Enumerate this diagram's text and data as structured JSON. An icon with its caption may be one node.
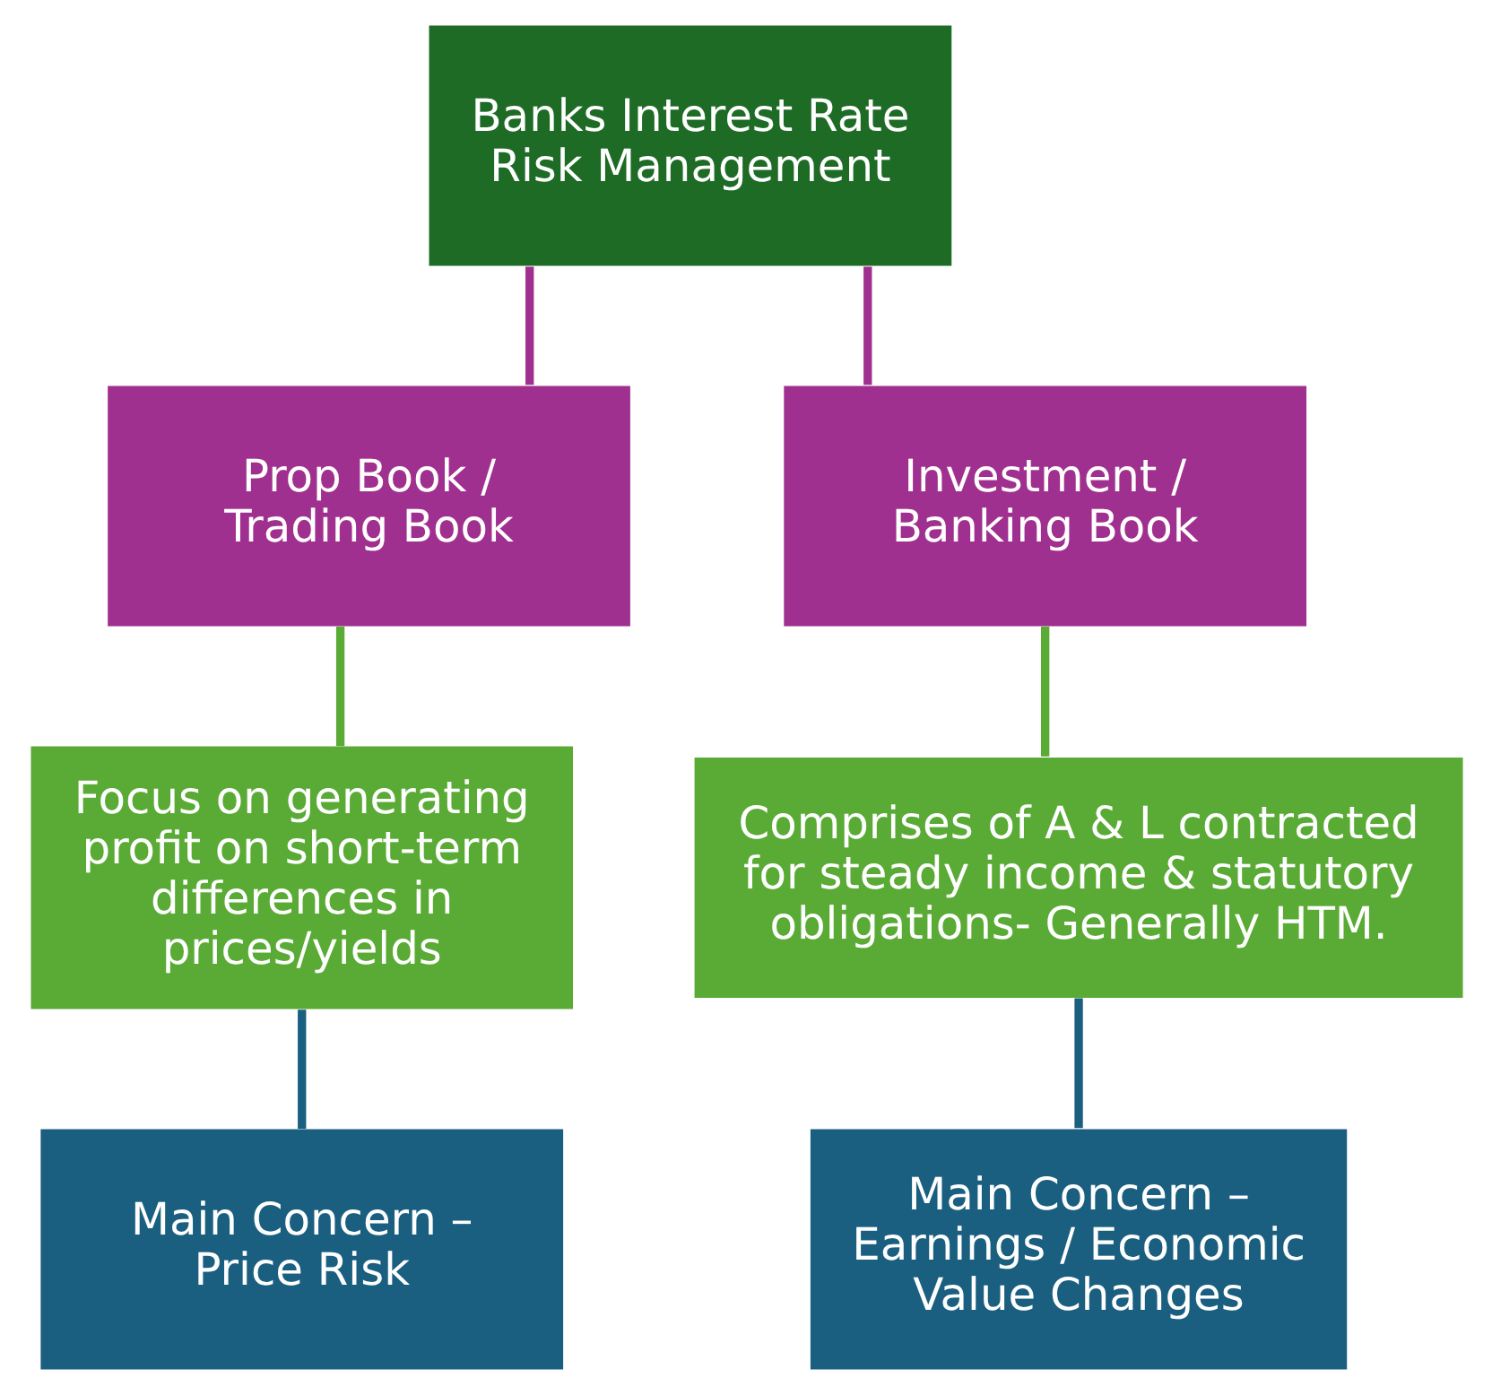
{
  "diagram": {
    "nodes": [
      {
        "text": [
          "Banks Interest Rate Risk Management"
        ]
      },
      {
        "text": [
          "Prop Book / Trading Book"
        ]
      },
      {
        "text": [
          "Investment / Banking Book"
        ]
      },
      {
        "text": [
          "Focus on generating profit on short-term differences in prices/yields"
        ]
      },
      {
        "text": [
          "Comprises of A & L contracted for steady income & statutory obligations- Generally HTM."
        ]
      },
      {
        "text": [
          "Main Concern – Price Risk"
        ]
      },
      {
        "text": [
          "Main Concern – Earnings / Economic Value Changes"
        ]
      }
    ],
    "edges": [
      {
        "from": 0,
        "to": 1,
        "arrow": "none",
        "color": "#a0308f"
      },
      {
        "from": 0,
        "to": 2,
        "arrow": "none",
        "color": "#a0308f"
      },
      {
        "from": 1,
        "to": 3,
        "arrow": "none",
        "color": "#5aab35"
      },
      {
        "from": 2,
        "to": 4,
        "arrow": "none",
        "color": "#5aab35"
      },
      {
        "from": 3,
        "to": 5,
        "arrow": "none",
        "color": "#1a5f80"
      },
      {
        "from": 4,
        "to": 6,
        "arrow": "none",
        "color": "#1a5f80"
      }
    ]
  }
}
